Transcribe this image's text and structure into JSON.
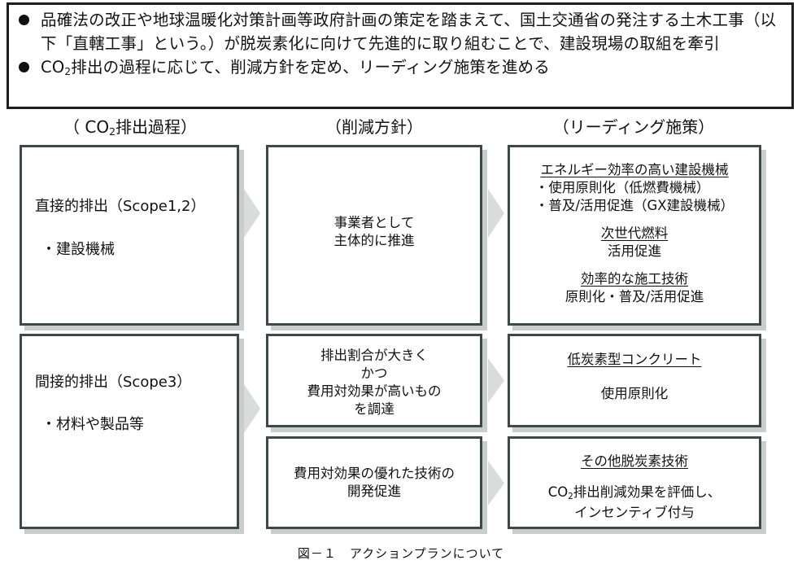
{
  "summary": {
    "bullet1": "品確法の改正や地球温暖化対策計画等政府計画の策定を踏まえて、国土交通省の発注する土木工事（以下「直轄工事」という。）が脱炭素化に向けて先進的に取り組むことで、建設現場の取組を牽引",
    "bullet2_pre": "CO",
    "bullet2_sub": "2",
    "bullet2_post": "排出の過程に応じて、削減方針を定め、リーディング施策を進める"
  },
  "columns": {
    "process_pre": "（ CO",
    "process_sub": "2",
    "process_post": "排出過程）",
    "policy": "（削減方針）",
    "measures": "（リーディング施策）"
  },
  "process": {
    "direct_title": "直接的排出（Scope1,2）",
    "direct_item": "・建設機械",
    "indirect_title": "間接的排出（Scope3）",
    "indirect_item": "・材料や製品等"
  },
  "policy": {
    "p1_line1": "事業者として",
    "p1_line2": "主体的に推進",
    "p2_line1": "排出割合が大きく",
    "p2_line2": "かつ",
    "p2_line3": "費用対効果が高いもの",
    "p2_line4": "を調達",
    "p3_line1": "費用対効果の優れた技術の",
    "p3_line2": "開発促進"
  },
  "measures": {
    "m1_head": "エネルギー効率の高い建設機械",
    "m1_item1": "・使用原則化（低燃費機械）",
    "m1_item2": "・普及/活用促進（GX建設機械）",
    "m1_head2": "次世代燃料",
    "m1_body2": "活用促進",
    "m1_head3": "効率的な施工技術",
    "m1_body3": "原則化・普及/活用促進",
    "m2_head": "低炭素型コンクリート",
    "m2_body": "使用原則化",
    "m3_head": "その他脱炭素技術",
    "m3_body1_pre": "CO",
    "m3_body1_sub": "2",
    "m3_body1_post": "排出削減効果を評価し、",
    "m3_body2": "インセンティブ付与"
  },
  "caption": "図－１　アクションプランについて",
  "colors": {
    "box_border": "#3b4a45",
    "box_shadow": "#c9cdcc",
    "arrow": "#d9dcdb"
  }
}
